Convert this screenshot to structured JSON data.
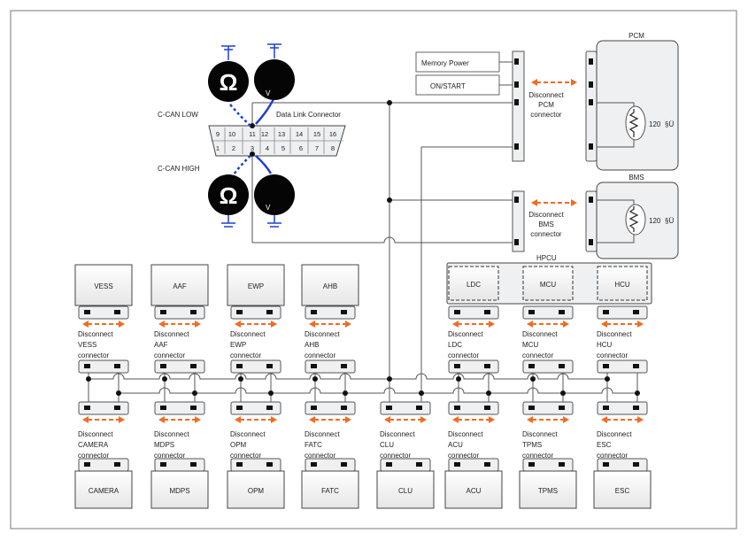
{
  "meters": {
    "ohm_symbol": "Ω",
    "volt_symbol": "V"
  },
  "can_labels": {
    "c_can_low": "C-CAN LOW",
    "c_can_high": "C-CAN HIGH"
  },
  "dlc": {
    "title": "Data Link Connector",
    "top_pins": [
      "9",
      "10",
      "11",
      "12",
      "13",
      "14",
      "15",
      "16"
    ],
    "bottom_pins": [
      "1",
      "2",
      "3",
      "4",
      "5",
      "6",
      "7",
      "8"
    ]
  },
  "power_boxes": {
    "memory_power": "Memory Power",
    "on_start": "ON/START"
  },
  "pcm": {
    "title": "PCM",
    "resistor": "120",
    "resistor_unit": "§Ü",
    "disconnect": [
      "Disconnect",
      "PCM",
      "connector"
    ]
  },
  "bms": {
    "title": "BMS",
    "resistor": "120",
    "resistor_unit": "§Ü",
    "disconnect": [
      "Disconnect",
      "BMS",
      "connector"
    ]
  },
  "hpcu": {
    "title": "HPCU",
    "modules": [
      "LDC",
      "MCU",
      "HCU"
    ]
  },
  "top_modules": [
    {
      "name": "VESS",
      "disconnect": [
        "Disconnect",
        "VESS",
        "connector"
      ]
    },
    {
      "name": "AAF",
      "disconnect": [
        "Disconnect",
        "AAF",
        "connector"
      ]
    },
    {
      "name": "EWP",
      "disconnect": [
        "Disconnect",
        "EWP",
        "connector"
      ]
    },
    {
      "name": "AHB",
      "disconnect": [
        "Disconnect",
        "AHB",
        "connector"
      ]
    },
    {
      "name": "LDC",
      "disconnect": [
        "Disconnect",
        "LDC",
        "connector"
      ]
    },
    {
      "name": "MCU",
      "disconnect": [
        "Disconnect",
        "MCU",
        "connector"
      ]
    },
    {
      "name": "HCU",
      "disconnect": [
        "Disconnect",
        "HCU",
        "connector"
      ]
    }
  ],
  "bottom_modules": [
    {
      "name": "CAMERA",
      "disconnect": [
        "Disconnect",
        "CAMERA",
        "connector"
      ]
    },
    {
      "name": "MDPS",
      "disconnect": [
        "Disconnect",
        "MDPS",
        "connector"
      ]
    },
    {
      "name": "OPM",
      "disconnect": [
        "Disconnect",
        "OPM",
        "connector"
      ]
    },
    {
      "name": "FATC",
      "disconnect": [
        "Disconnect",
        "FATC",
        "connector"
      ]
    },
    {
      "name": "CLU",
      "disconnect": [
        "Disconnect",
        "CLU",
        "connector"
      ]
    },
    {
      "name": "ACU",
      "disconnect": [
        "Disconnect",
        "ACU",
        "connector"
      ]
    },
    {
      "name": "TPMS",
      "disconnect": [
        "Disconnect",
        "TPMS",
        "connector"
      ]
    },
    {
      "name": "ESC",
      "disconnect": [
        "Disconnect",
        "ESC",
        "connector"
      ]
    }
  ],
  "colors": {
    "arrow": "#f26b22",
    "probe_wire": "#1f3fd1",
    "box_fill": "#eef0f2",
    "outline": "#444444"
  }
}
